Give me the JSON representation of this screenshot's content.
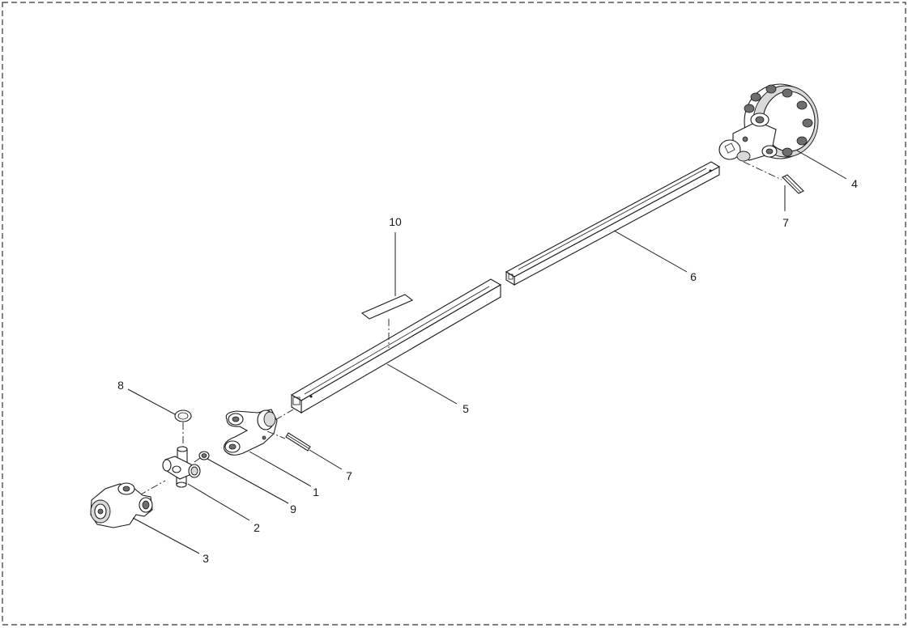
{
  "callouts": [
    {
      "id": "label-1",
      "text": "1"
    },
    {
      "id": "label-2",
      "text": "2"
    },
    {
      "id": "label-3",
      "text": "3"
    },
    {
      "id": "label-4",
      "text": "4"
    },
    {
      "id": "label-5",
      "text": "5"
    },
    {
      "id": "label-6",
      "text": "6"
    },
    {
      "id": "label-7a",
      "text": "7"
    },
    {
      "id": "label-7b",
      "text": "7"
    },
    {
      "id": "label-8",
      "text": "8"
    },
    {
      "id": "label-9",
      "text": "9"
    },
    {
      "id": "label-10",
      "text": "10"
    }
  ]
}
